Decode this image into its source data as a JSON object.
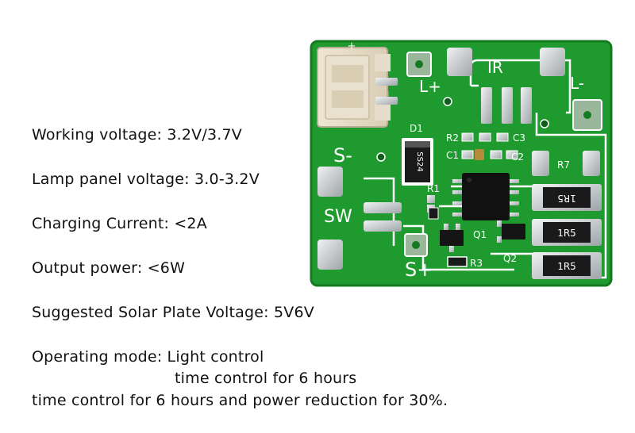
{
  "specs": [
    "Working voltage: 3.2V/3.7V",
    "Lamp panel voltage: 3.0-3.2V",
    "Charging Current: <2A",
    "Output power: <6W",
    "Suggested Solar Plate Voltage: 5V6V",
    "Operating mode: Light control",
    "time control for 6 hours",
    "time control for 6 hours and power reduction for 30%."
  ],
  "board": {
    "labels": {
      "plus": "+",
      "l_plus": "L+",
      "ir": "IR",
      "l_minus": "L-",
      "s_minus": "S-",
      "sw": "SW",
      "s_plus": "S+",
      "d1": "D1",
      "r2": "R2",
      "c3": "C3",
      "c1": "C1",
      "c2": "C2",
      "r1": "R1",
      "r7": "R7",
      "q1": "Q1",
      "q2": "Q2",
      "r3": "R3"
    },
    "diode_marking": "SS24",
    "resistor_markings": [
      "1R5",
      "1R5",
      "1R5"
    ],
    "colors": {
      "pcb_green": "#1f9a2e",
      "silkscreen": "#ffffff",
      "pad_tin": "#cfd3d6"
    }
  }
}
